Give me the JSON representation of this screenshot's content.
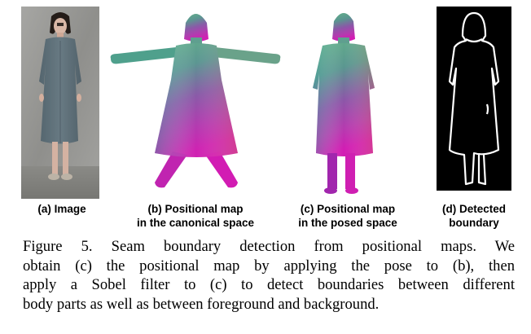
{
  "figure": {
    "number_label": "Figure 5.",
    "caption_lines": [
      "Figure 5.  Seam boundary detection from positional maps.  We",
      "obtain (c) the positional map by applying the pose to (b), then",
      "apply a Sobel filter to (c) to detect boundaries between different",
      "body parts as well as between foreground and background."
    ]
  },
  "panels": {
    "a": {
      "caption": [
        "(a) Image"
      ]
    },
    "b": {
      "caption": [
        "(b) Positional map",
        "in the canonical space"
      ]
    },
    "c": {
      "caption": [
        "(c) Positional map",
        "in the posed space"
      ]
    },
    "d": {
      "caption": [
        "(d) Detected",
        "boundary"
      ]
    }
  },
  "colors": {
    "photo_bg": "#9a9a98",
    "dress": "#5f7079",
    "skin": "#d9b7a6",
    "hair": "#241c18",
    "map_top": "#5fa98a",
    "map_mid": "#a04aa8",
    "map_bottom": "#cc1fb0",
    "boundary_bg": "#000000",
    "boundary_line": "#ffffff"
  }
}
